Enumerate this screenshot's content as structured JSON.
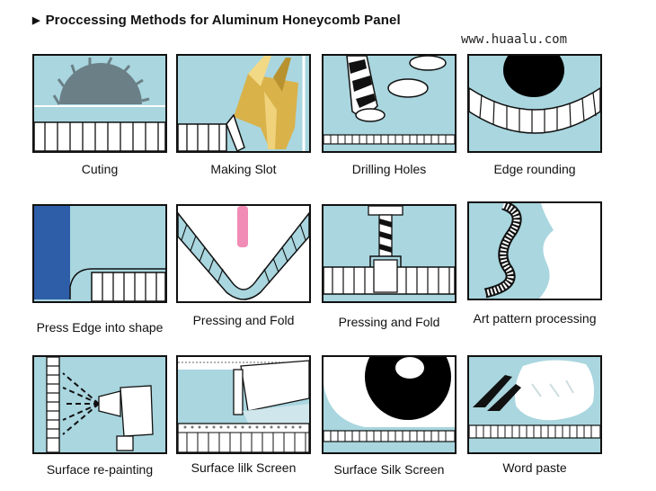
{
  "header": {
    "title": "Proccessing Methods for Aluminum Honeycomb Panel",
    "watermark": "www.huaalu.com"
  },
  "methods": [
    {
      "caption": "Cuting",
      "icon": "circular-saw-icon"
    },
    {
      "caption": "Making Slot",
      "icon": "slot-cutter-icon"
    },
    {
      "caption": "Drilling Holes",
      "icon": "drill-bit-icon"
    },
    {
      "caption": "Edge rounding",
      "icon": "edge-rounding-icon"
    },
    {
      "caption": "Press Edge into shape",
      "icon": "press-edge-icon"
    },
    {
      "caption": "Pressing and Fold",
      "icon": "v-fold-icon"
    },
    {
      "caption": "Pressing and Fold",
      "icon": "press-fold-icon"
    },
    {
      "caption": "Art pattern processing",
      "icon": "art-pattern-icon"
    },
    {
      "caption": "Surface re-painting",
      "icon": "spray-paint-icon"
    },
    {
      "caption": "Surface lilk Screen",
      "icon": "silk-screen-icon"
    },
    {
      "caption": "Surface Silk Screen",
      "icon": "silk-roller-icon"
    },
    {
      "caption": "Word paste",
      "icon": "word-paste-icon"
    }
  ],
  "colors": {
    "panel_bg": "#a9d6df",
    "outline": "#111111",
    "saw": "#6b7f86",
    "gold": "#d9b24a",
    "blue": "#2f5ea8",
    "pink": "#f08cb6"
  }
}
